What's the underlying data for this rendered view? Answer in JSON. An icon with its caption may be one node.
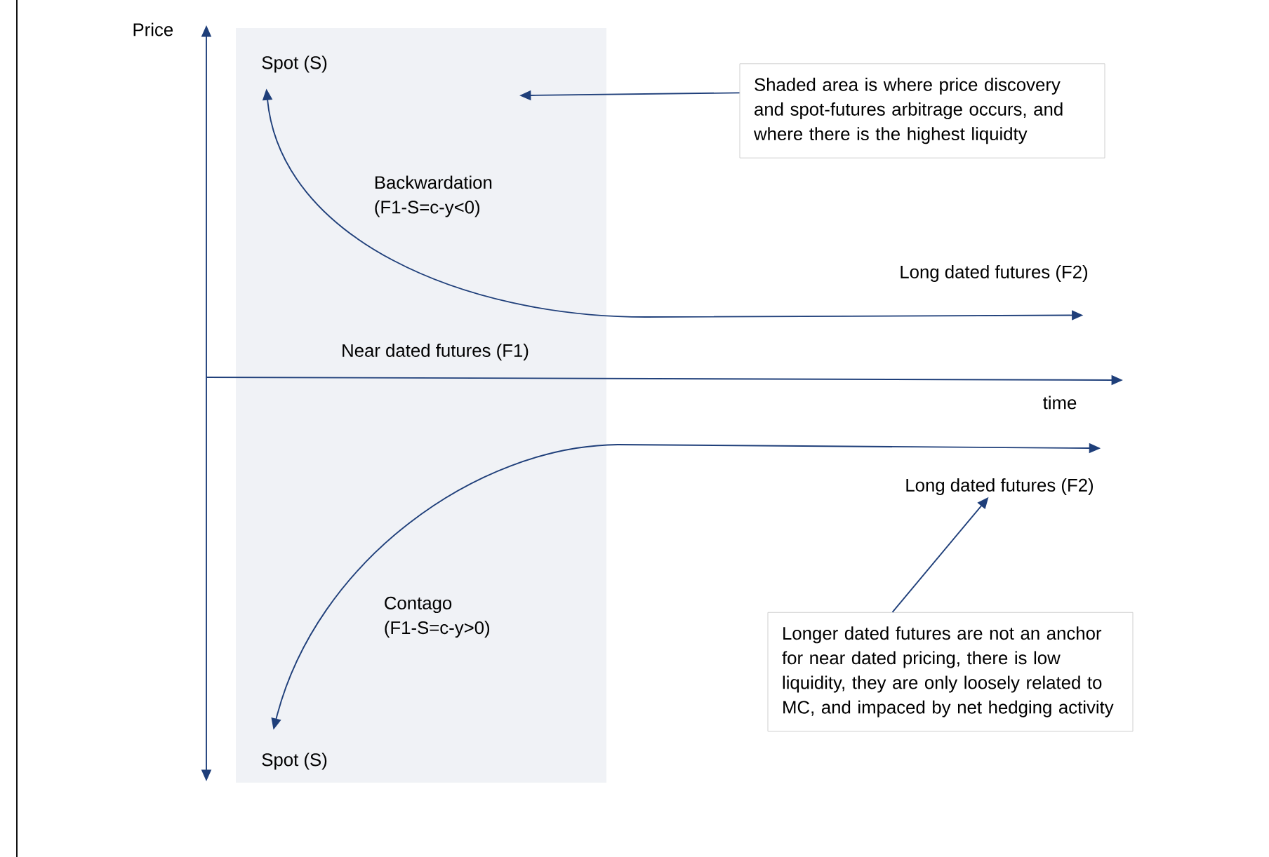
{
  "diagram": {
    "nodes": [
      {
        "text": [],
        "shape": "box"
      },
      {
        "text": [
          "Spot (S)"
        ],
        "in": 0
      },
      {
        "text": [
          "Long dated futures (F2)"
        ]
      },
      {
        "text": [
          "Shaded area is where price discovery and spot-futures arbitrage occurs, and where there is the highest liquidty"
        ]
      },
      {
        "text": [
          "Long dated futures (F2)"
        ]
      },
      {
        "text": [
          "Longer dated futures are not an anchor for near dated pricing, there is low liquidity, they are only loosely related to MC, and impaced by net hedging activity"
        ]
      },
      {
        "text": [
          "Spot (S)"
        ],
        "in": 0
      }
    ],
    "edges": [
      {
        "from": 1,
        "to": 2,
        "arrow": "both"
      },
      {
        "from": 6,
        "to": 4,
        "arrow": "both"
      },
      {
        "from": 3,
        "to": 0,
        "arrow": "to"
      },
      {
        "from": 5,
        "to": 4,
        "arrow": "to"
      }
    ],
    "labels": [
      "Price",
      "Backwardation (F1-S=c-y<0)",
      "Near dated futures (F1)",
      "time",
      "Contago (F1-S=c-y>0)"
    ]
  }
}
